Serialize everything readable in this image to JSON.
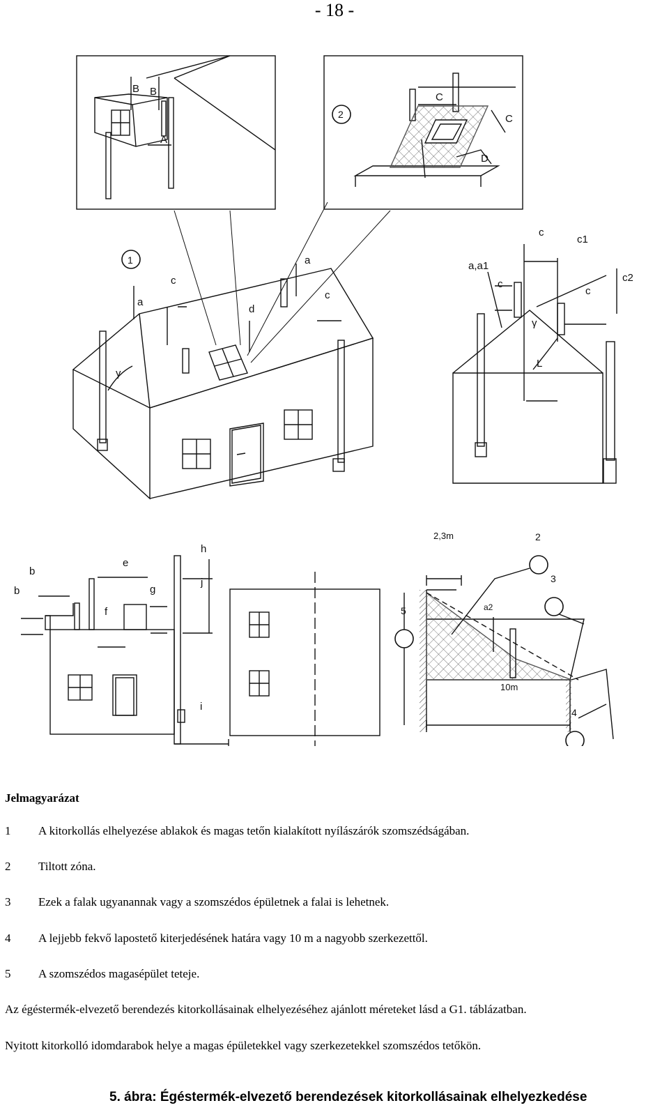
{
  "page": {
    "number": "- 18 -"
  },
  "figure": {
    "detail_labels": {
      "B1": "B",
      "B2": "B",
      "A": "A",
      "C1": "C",
      "C2": "C",
      "D": "D",
      "circle2_top": "2"
    },
    "house_labels": {
      "circle1": "1",
      "a_left": "a",
      "c_left": "c",
      "gamma_left": "γ",
      "a_mid": "a",
      "d": "d",
      "c_right": "c"
    },
    "side_labels": {
      "c_top": "c",
      "c1": "c1",
      "aa1": "a,a1",
      "c_small": "c",
      "c2": "c2",
      "c_right": "c",
      "gamma": "γ",
      "L": "L"
    },
    "flat_labels": {
      "b1": "b",
      "b2": "b",
      "f": "f",
      "e": "e",
      "g": "g",
      "h": "h",
      "j": "j",
      "i": "i"
    },
    "zone_labels": {
      "dist_top": "2,3m",
      "circle2": "2",
      "circle3": "3",
      "circle5": "5",
      "a2": "a2",
      "dist_bottom": "10m",
      "circle4": "4"
    }
  },
  "legend": {
    "title": "Jelmagyarázat",
    "items": [
      {
        "num": "1",
        "text": "A kitorkollás elhelyezése ablakok és magas tetőn kialakított nyílászárók szomszédságában."
      },
      {
        "num": "2",
        "text": "Tiltott zóna."
      },
      {
        "num": "3",
        "text": "Ezek a falak ugyanannak vagy a szomszédos épületnek a falai is lehetnek."
      },
      {
        "num": "4",
        "text": "A lejjebb fekvő lapostető kiterjedésének határa vagy 10 m a nagyobb szerkezettől."
      },
      {
        "num": "5",
        "text": "A szomszédos magasépület teteje."
      }
    ],
    "note1": "Az égéstermék-elvezető berendezés kitorkollásainak elhelyezéséhez ajánlott méreteket lásd a G1. táblázatban.",
    "note2": "Nyitott kitorkolló idomdarabok helye a magas épületekkel vagy szerkezetekkel szomszédos tetőkön."
  },
  "caption": "5. ábra: Égéstermék-elvezető berendezések kitorkollásainak elhelyezkedése"
}
